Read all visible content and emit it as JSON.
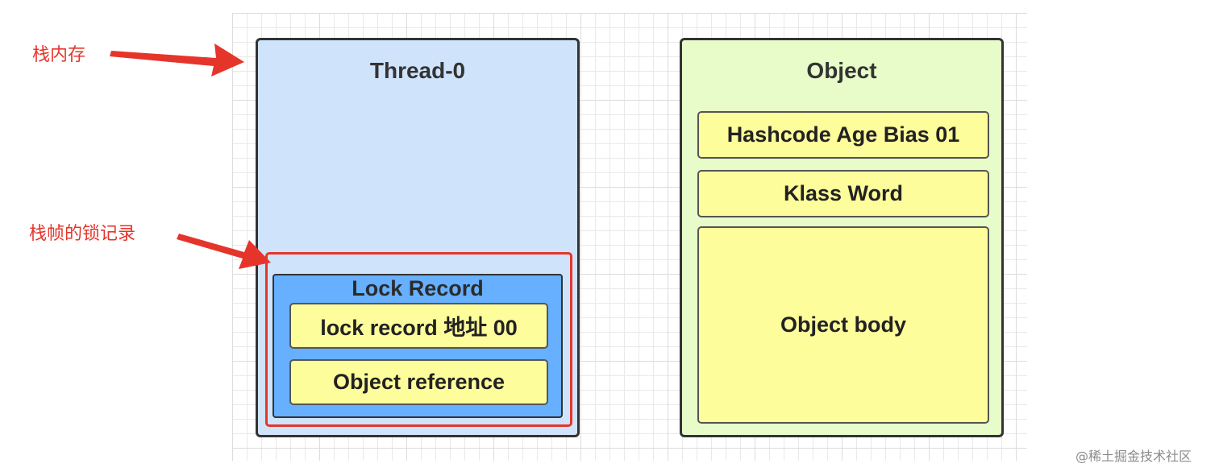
{
  "annotations": {
    "stack_memory": "栈内存",
    "frame_lock_record": "栈帧的锁记录"
  },
  "thread": {
    "title": "Thread-0",
    "lock_record": {
      "title": "Lock Record",
      "address": "lock  record 地址 00",
      "object_reference": "Object reference"
    }
  },
  "object": {
    "title": "Object",
    "mark_word": "Hashcode Age Bias 01",
    "klass_word": "Klass Word",
    "body": "Object body"
  },
  "watermark": "@稀土掘金技术社区",
  "colors": {
    "thread_fill": "#cfe3fb",
    "object_fill": "#e7fcc9",
    "cell_fill": "#fefd9b",
    "lock_record_fill": "#66b0ff",
    "highlight": "#e5352b"
  }
}
